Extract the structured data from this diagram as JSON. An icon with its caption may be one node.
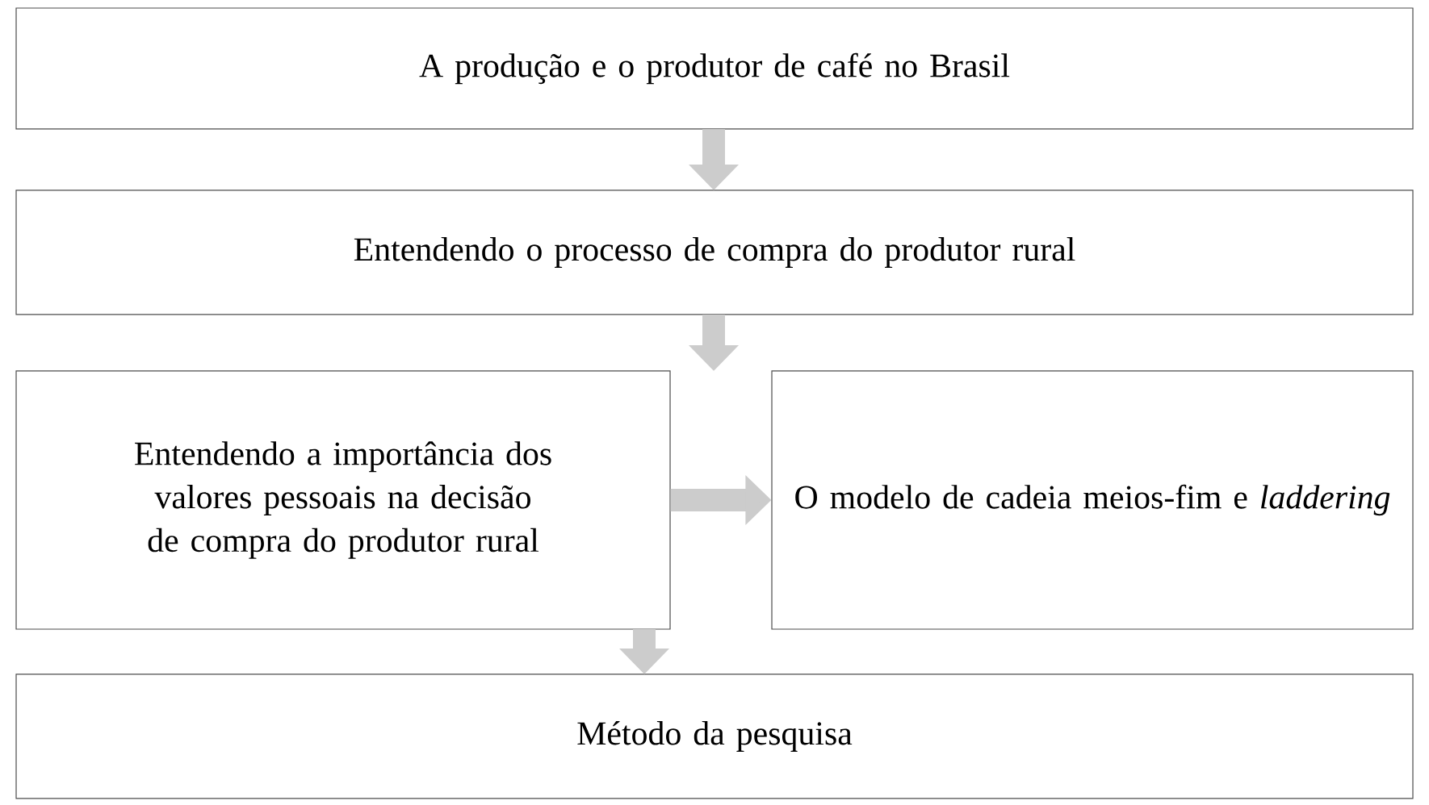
{
  "diagram": {
    "nodes": [
      {
        "text": [
          "A produção e o produtor de café no Brasil"
        ]
      },
      {
        "text": [
          "Entendendo o processo de compra do produtor rural"
        ]
      },
      {
        "text": [
          "Entendendo a importância dos valores pessoais na decisão de compra do produtor rural"
        ]
      },
      {
        "text": [
          "O modelo de cadeia meios-fim e *laddering*"
        ]
      },
      {
        "text": [
          "Método da pesquisa"
        ]
      }
    ],
    "edges": [
      {
        "from": 0,
        "to": 1,
        "arrow": "to"
      },
      {
        "from": 1,
        "to": 2,
        "arrow": "to"
      },
      {
        "from": 2,
        "to": 3,
        "arrow": "to"
      },
      {
        "from": 2,
        "to": 4,
        "arrow": "to"
      }
    ]
  }
}
